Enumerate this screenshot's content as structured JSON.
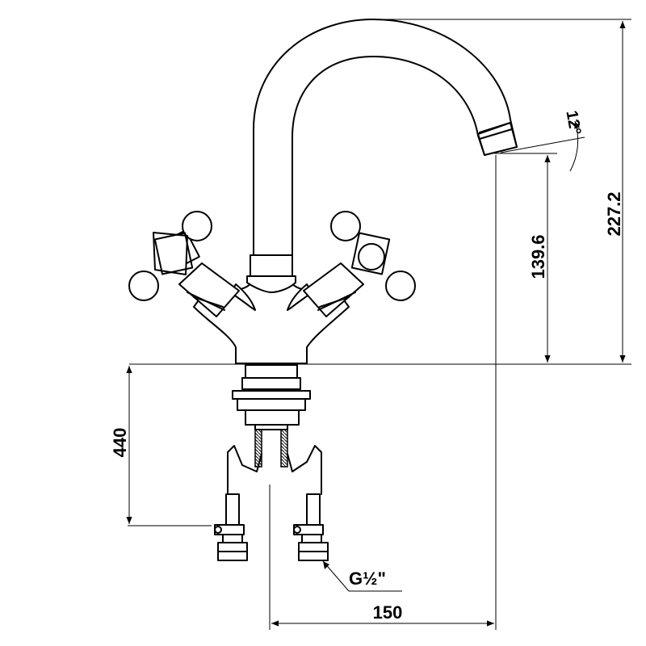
{
  "dimensions": {
    "total_height": "227.2",
    "spout_height": "139.6",
    "hose_length": "440",
    "spout_reach": "150",
    "spout_angle": "12°",
    "connection_thread": "G½\""
  }
}
